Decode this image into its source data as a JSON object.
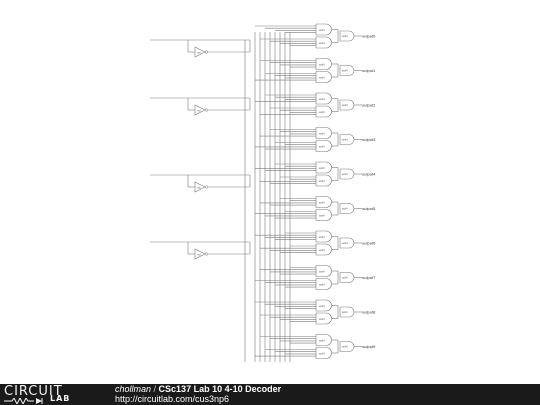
{
  "diagram": {
    "gate_label": "and4",
    "buffer_label": "not",
    "outputs": [
      {
        "label": "output0"
      },
      {
        "label": "output1"
      },
      {
        "label": "output2"
      },
      {
        "label": "output3"
      },
      {
        "label": "output4"
      },
      {
        "label": "output5"
      },
      {
        "label": "output6"
      },
      {
        "label": "output7"
      },
      {
        "label": "output8"
      },
      {
        "label": "output9"
      }
    ],
    "input_count": 4
  },
  "footer": {
    "brand_top": "CIRCUIT",
    "brand_bottom": "LAB",
    "author": "chollman",
    "separator": " / ",
    "title": "CSc137 Lab 10 4-10 Decoder",
    "url": "http://circuitlab.com/cus3np6"
  },
  "colors": {
    "wire": "#7a7a7a",
    "footer_bg": "#1a1a1a",
    "footer_text": "#ffffff"
  }
}
